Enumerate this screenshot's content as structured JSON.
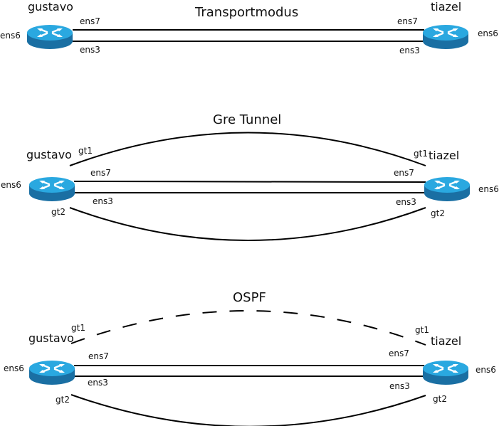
{
  "router_colors": {
    "top": "#2aa8e0",
    "side": "#1a6fa3",
    "arrow": "#ffffff"
  },
  "sections": [
    {
      "title": "Transportmodus",
      "left_host": "gustavo",
      "right_host": "tiazel",
      "left_iface_outer": "ens6",
      "right_iface_outer": "ens6",
      "left_top_link": "ens7",
      "left_bottom_link": "ens3",
      "right_top_link": "ens7",
      "right_bottom_link": "ens3",
      "tunnel": null
    },
    {
      "title": "Gre Tunnel",
      "left_host": "gustavo",
      "right_host": "tiazel",
      "left_iface_outer": "ens6",
      "right_iface_outer": "ens6",
      "left_top_link": "ens7",
      "left_bottom_link": "ens3",
      "right_top_link": "ens7",
      "right_bottom_link": "ens3",
      "tunnel": {
        "top_left": "gt1",
        "top_right": "gt1",
        "bottom_left": "gt2",
        "bottom_right": "gt2",
        "top_style": "solid"
      }
    },
    {
      "title": "OSPF",
      "left_host": "gustavo",
      "right_host": "tiazel",
      "left_iface_outer": "ens6",
      "right_iface_outer": "ens6",
      "left_top_link": "ens7",
      "left_bottom_link": "ens3",
      "right_top_link": "ens7",
      "right_bottom_link": "ens3",
      "tunnel": {
        "top_left": "gt1",
        "top_right": "gt1",
        "bottom_left": "gt2",
        "bottom_right": "gt2",
        "top_style": "dashed"
      }
    }
  ]
}
